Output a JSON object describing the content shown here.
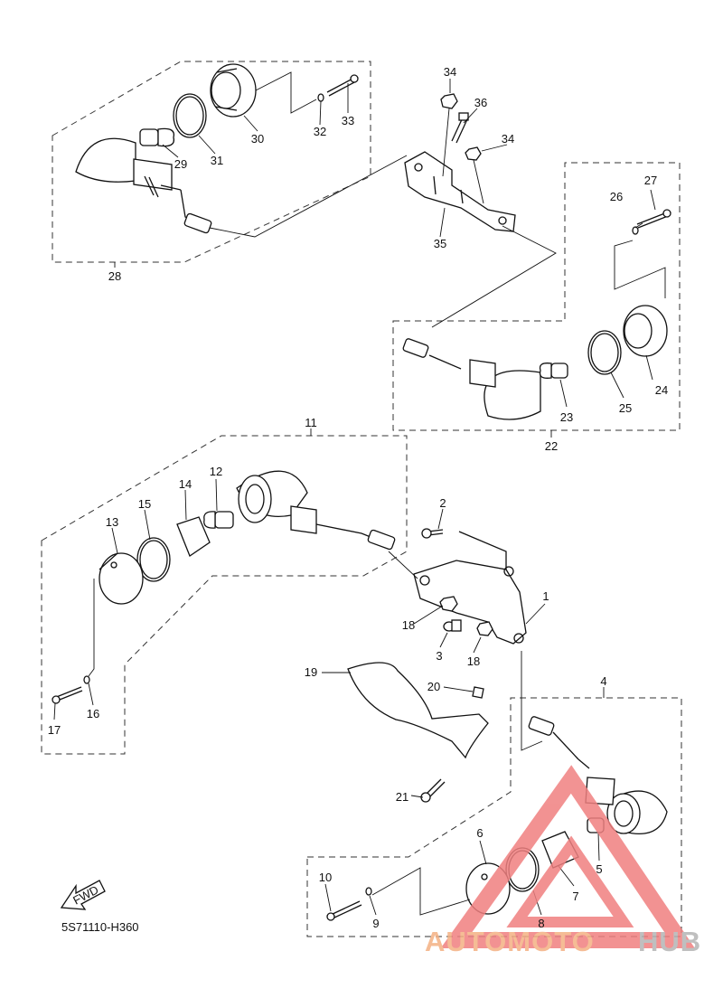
{
  "diagram_code": "5S71110-H360",
  "fwd_label": "FWD",
  "watermark": {
    "part1": "AUTOMOTO",
    "part2": "HUB",
    "color1": "#f4b183",
    "color2": "#b4b4b4",
    "triangle_color": "#f08080"
  },
  "callouts": [
    "1",
    "2",
    "3",
    "4",
    "5",
    "6",
    "7",
    "8",
    "9",
    "10",
    "11",
    "12",
    "13",
    "14",
    "15",
    "16",
    "17",
    "18",
    "18",
    "19",
    "20",
    "21",
    "22",
    "23",
    "24",
    "25",
    "26",
    "27",
    "28",
    "29",
    "30",
    "31",
    "32",
    "33",
    "34",
    "34",
    "35",
    "36"
  ]
}
